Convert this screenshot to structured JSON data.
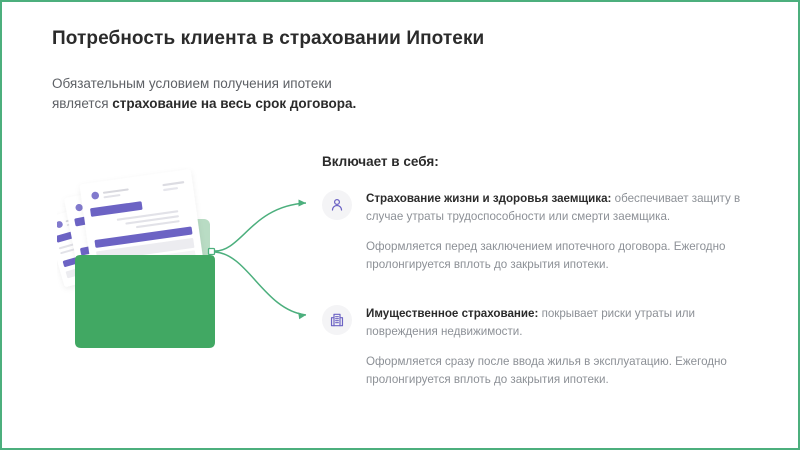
{
  "slide": {
    "border_color": "#4CAF7D",
    "background": "#ffffff",
    "title": "Потребность клиента в страховании Ипотеки",
    "subtitle": {
      "line1": "Обязательным условием получения ипотеки",
      "line2_plain": "является ",
      "line2_bold": "страхование на весь срок договора."
    },
    "includes_heading": "Включает в себя:",
    "items": [
      {
        "icon": "person-icon",
        "icon_color": "#6C63C4",
        "badge_color": "#f4f4f6",
        "lead": "Страхование жизни и здоровья заемщика:",
        "body": " обеспечивает защиту в случае утраты трудоспособности или смерти заемщика.",
        "note": "Оформляется перед заключением ипотечного договора. Ежегодно пролонгируется вплоть до закрытия ипотеки."
      },
      {
        "icon": "building-icon",
        "icon_color": "#6C63C4",
        "badge_color": "#f4f4f6",
        "lead": "Имущественное страхование:",
        "body": " покрывает риски утраты или повреждения недвижимости.",
        "note": "Оформляется сразу после ввода жилья в эксплуатацию. Ежегодно пролонгируется вплоть до закрытия ипотеки."
      }
    ],
    "illustration": {
      "name": "documents-folder-illustration",
      "folder_color": "#41A863",
      "folder_tab_color": "#b9dcc4",
      "document_accent_color": "#6C63C4",
      "document_paper_color": "#ffffff",
      "document_line_color": "#d8d8de"
    },
    "connectors": {
      "name": "green-arrow-connectors",
      "color": "#4CAF7D",
      "count": 2
    }
  }
}
